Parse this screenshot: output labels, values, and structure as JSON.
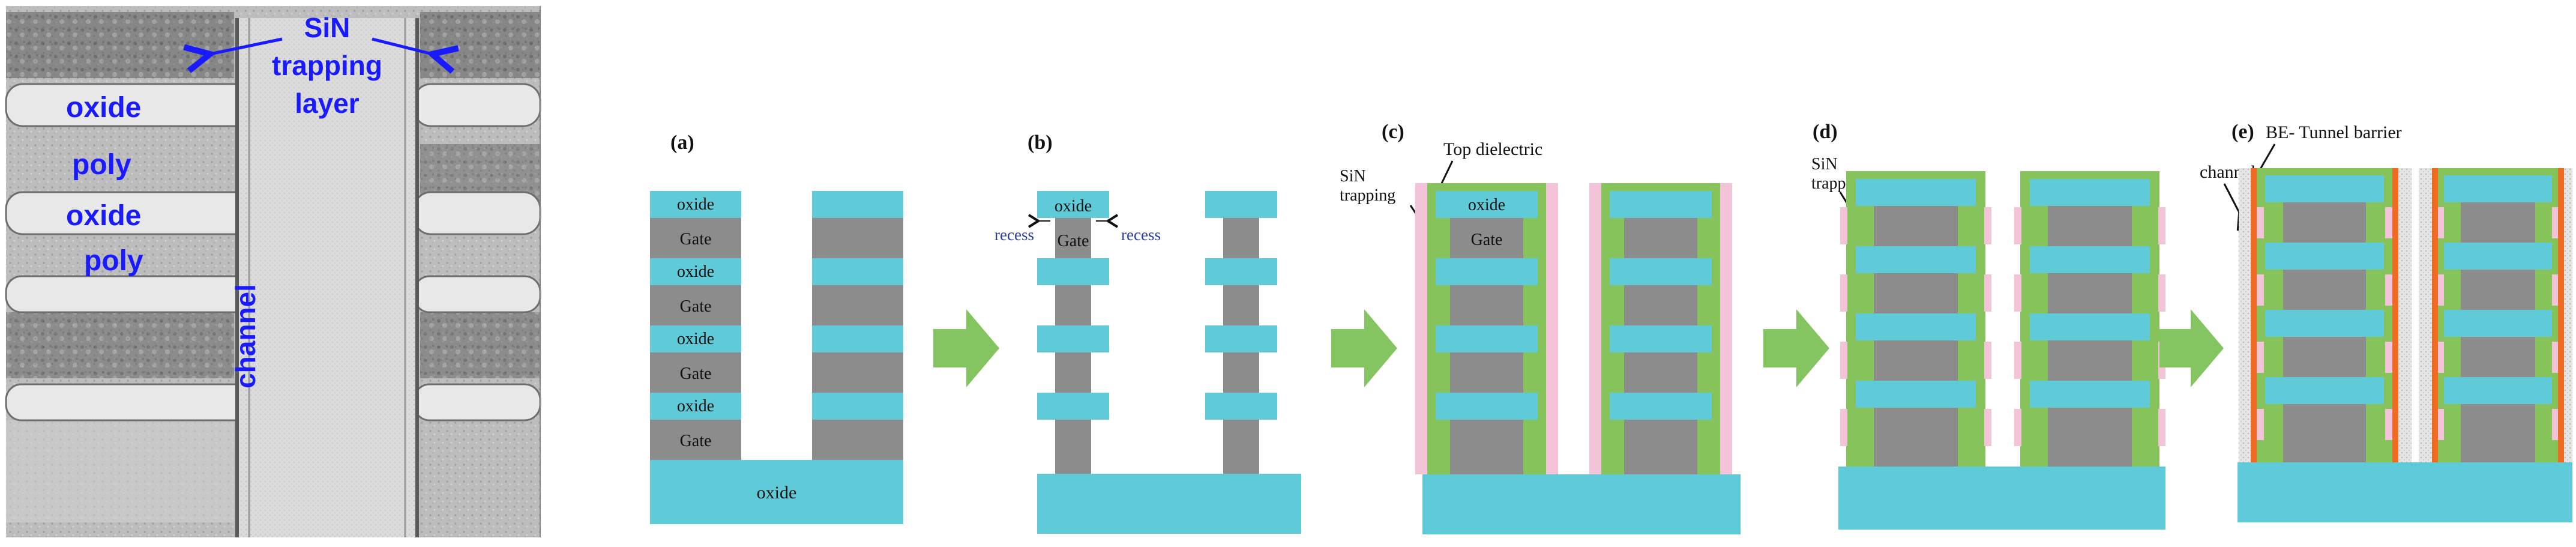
{
  "tem": {
    "sin_line1": "SiN",
    "sin_line2": "trapping",
    "sin_line3": "layer",
    "oxide_a": "oxide",
    "poly_a": "poly",
    "oxide_b": "oxide",
    "poly_b": "poly",
    "channel": "channel"
  },
  "panels": {
    "a": {
      "label": "(a)",
      "bottom": "oxide",
      "layers": [
        "oxide",
        "Gate",
        "oxide",
        "Gate",
        "oxide",
        "Gate",
        "oxide",
        "Gate"
      ]
    },
    "b": {
      "label": "(b)",
      "top_oxide": "oxide",
      "gate": "Gate",
      "recess_left": "recess",
      "recess_right": "recess"
    },
    "c": {
      "label": "(c)",
      "top_dielectric": "Top dielectric",
      "sin_1": "SiN",
      "sin_2": "trapping",
      "oxide": "oxide",
      "gate": "Gate"
    },
    "d": {
      "label": "(d)",
      "sin_1": "SiN",
      "sin_2": "trapping"
    },
    "e": {
      "label": "(e)",
      "be_barrier": "BE- Tunnel barrier",
      "channel": "channel"
    }
  },
  "colors": {
    "oxide": "#5fcbd8",
    "gate": "#8c8c8c",
    "sin_pink": "#f3c4d8",
    "green": "#86c35a",
    "arrow": "#84c561",
    "orange": "#ef6a22",
    "tem_label": "#1a1aff"
  },
  "icons": {
    "process_arrow": "right-block-arrow-icon",
    "pointer": "arrow-pointer-icon"
  }
}
